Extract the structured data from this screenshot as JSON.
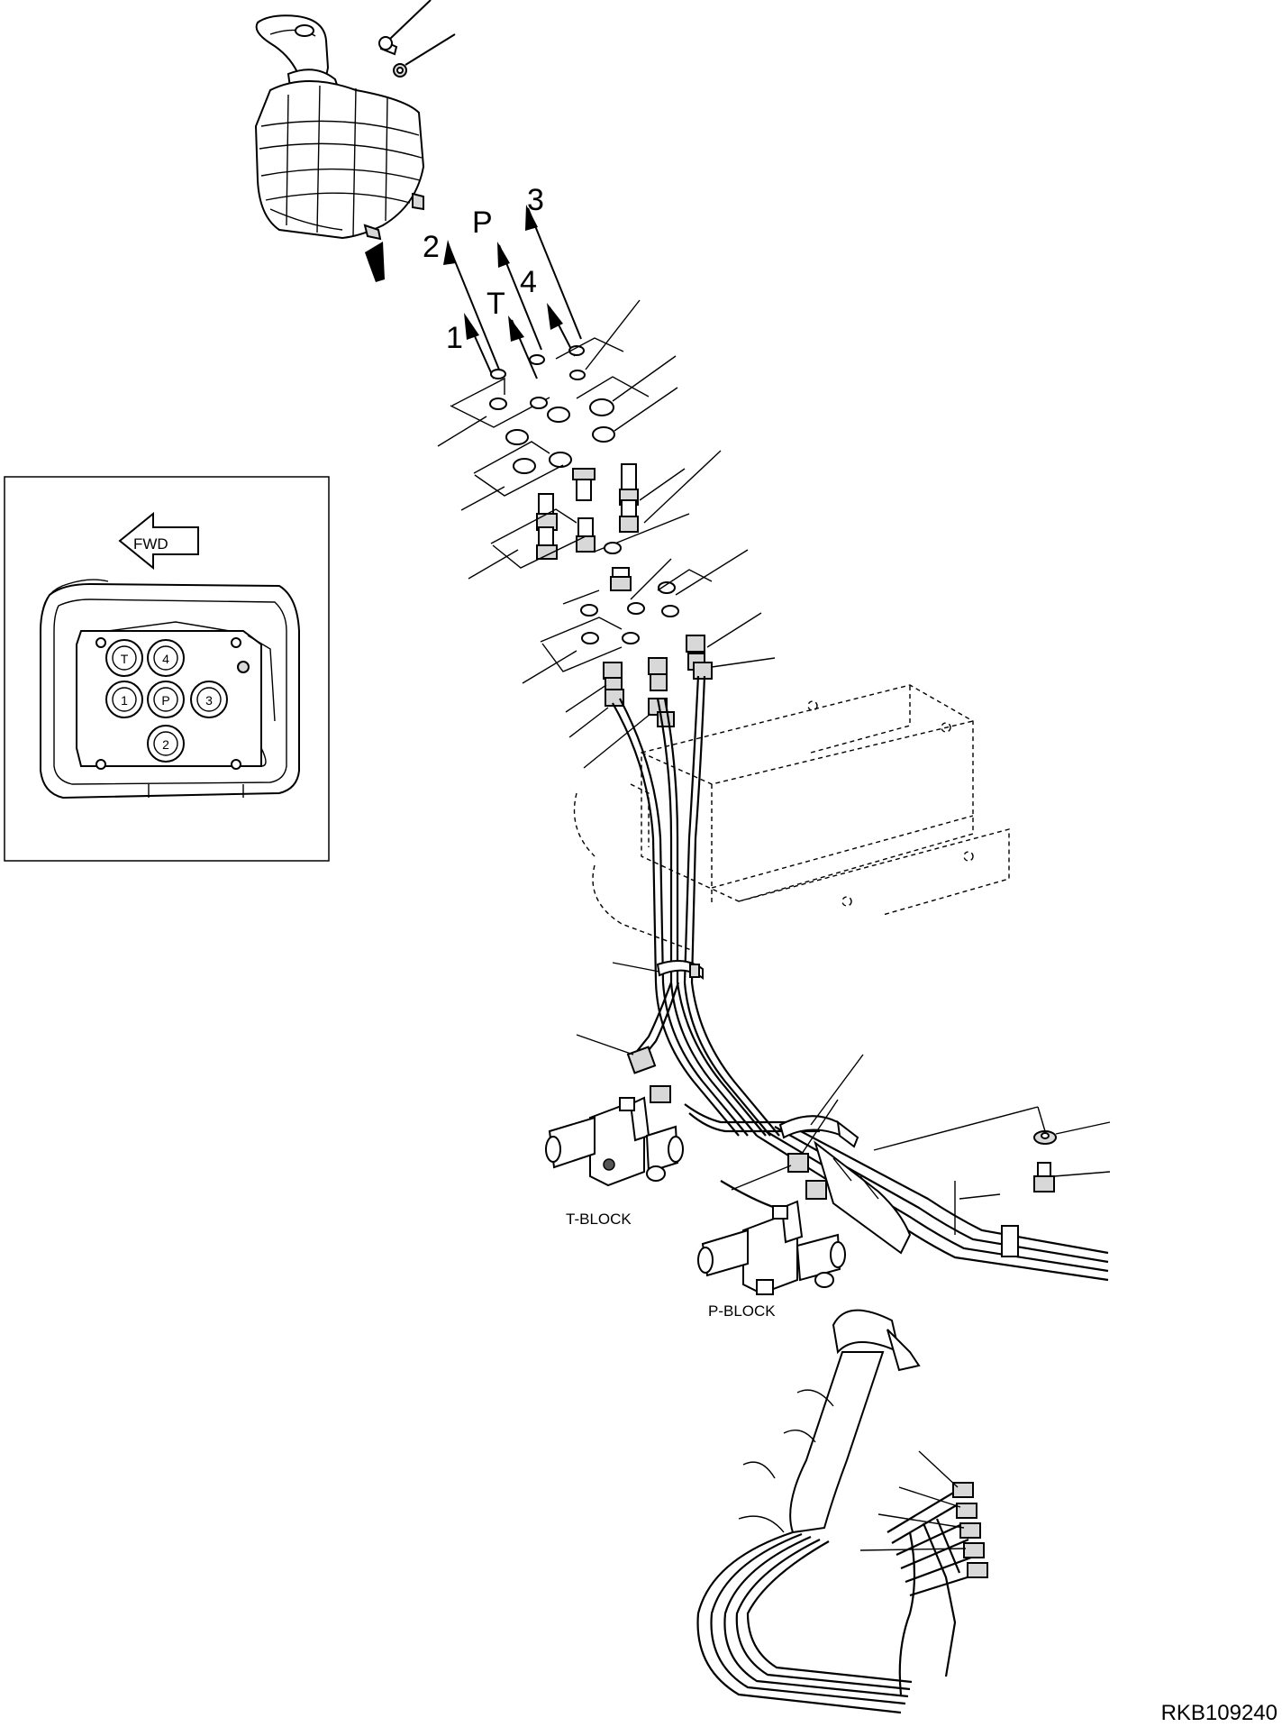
{
  "port_labels": {
    "p2": "2",
    "pP": "P",
    "p3": "3",
    "p1": "1",
    "pT": "T",
    "p4": "4"
  },
  "inset": {
    "fwd_label": "FWD",
    "ports": [
      "T",
      "4",
      "1",
      "P",
      "3",
      "2"
    ]
  },
  "blocks": {
    "t_block": "T-BLOCK",
    "p_block": "P-BLOCK"
  },
  "drawing_code": "RKB109240"
}
